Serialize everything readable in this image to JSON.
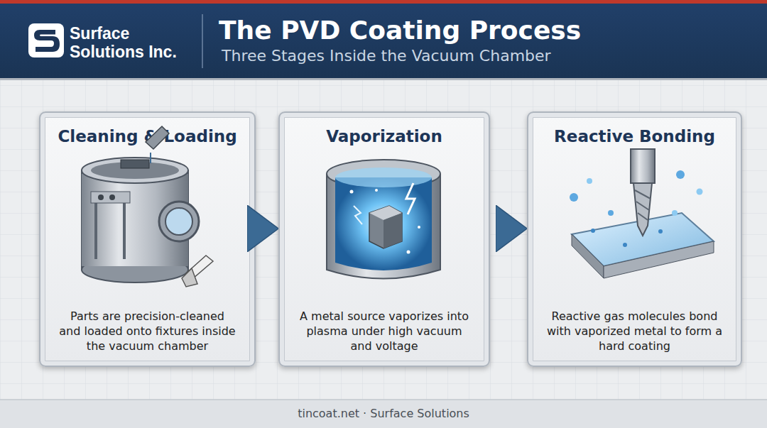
{
  "diagram": {
    "title": "The PVD Coating Process",
    "caption": "tincoat.net · Surface Solutions",
    "nodes": [
      {
        "text": [
          "Cleaning & Loading",
          "Parts are precision-cleaned and loaded onto fixtures inside the vacuum chamber"
        ]
      },
      {
        "text": [
          "Vaporization",
          "A metal source vaporizes into plasma under high vacuum and voltage"
        ]
      },
      {
        "text": [
          "Reactive Bonding",
          "Reactive gas molecules bond with vaporized metal to form a hard coating"
        ]
      }
    ],
    "edges": [
      {
        "from": 0,
        "to": 1,
        "arrow": "to"
      },
      {
        "from": 1,
        "to": 2,
        "arrow": "to"
      }
    ],
    "labels": [
      "Surface Solutions Inc.",
      "Three Stages Inside the Vacuum Chamber"
    ]
  }
}
